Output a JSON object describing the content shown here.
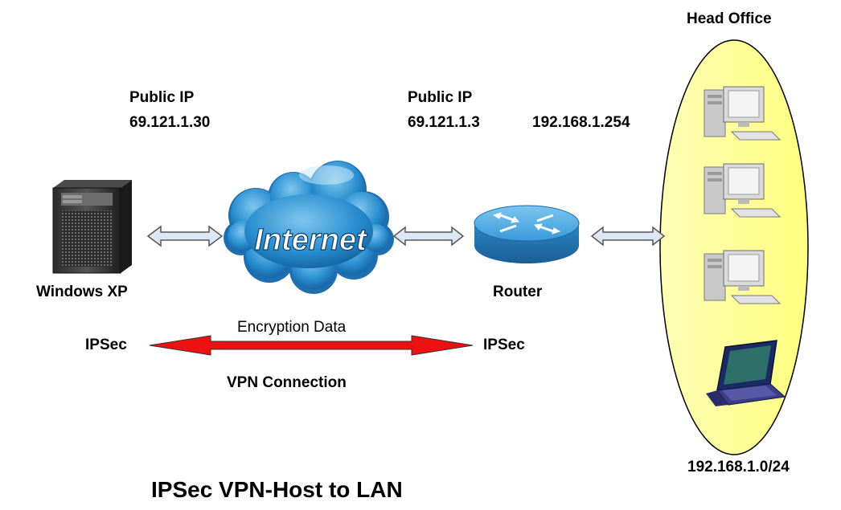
{
  "title": "IPSec VPN-Host to LAN",
  "host": {
    "name": "Windows XP",
    "public_ip_label": "Public IP",
    "public_ip": "69.121.1.30"
  },
  "internet": {
    "label": "Internet"
  },
  "router": {
    "name": "Router",
    "public_ip_label": "Public IP",
    "public_ip": "69.121.1.3",
    "lan_ip": "192.168.1.254"
  },
  "head_office": {
    "title": "Head Office",
    "subnet": "192.168.1.0/24",
    "devices": [
      "pc-icon",
      "pc-icon",
      "pc-icon",
      "laptop-icon"
    ]
  },
  "vpn": {
    "left_endpoint": "IPSec",
    "right_endpoint": "IPSec",
    "top_label": "Encryption Data",
    "bottom_label": "VPN Connection"
  },
  "colors": {
    "ellipse_fill": "#ffff99",
    "vpn_arrow": "#ee1111",
    "link_arrow": "#dde8f7",
    "cloud": "#1f87cc",
    "router": "#3d9fd8"
  }
}
